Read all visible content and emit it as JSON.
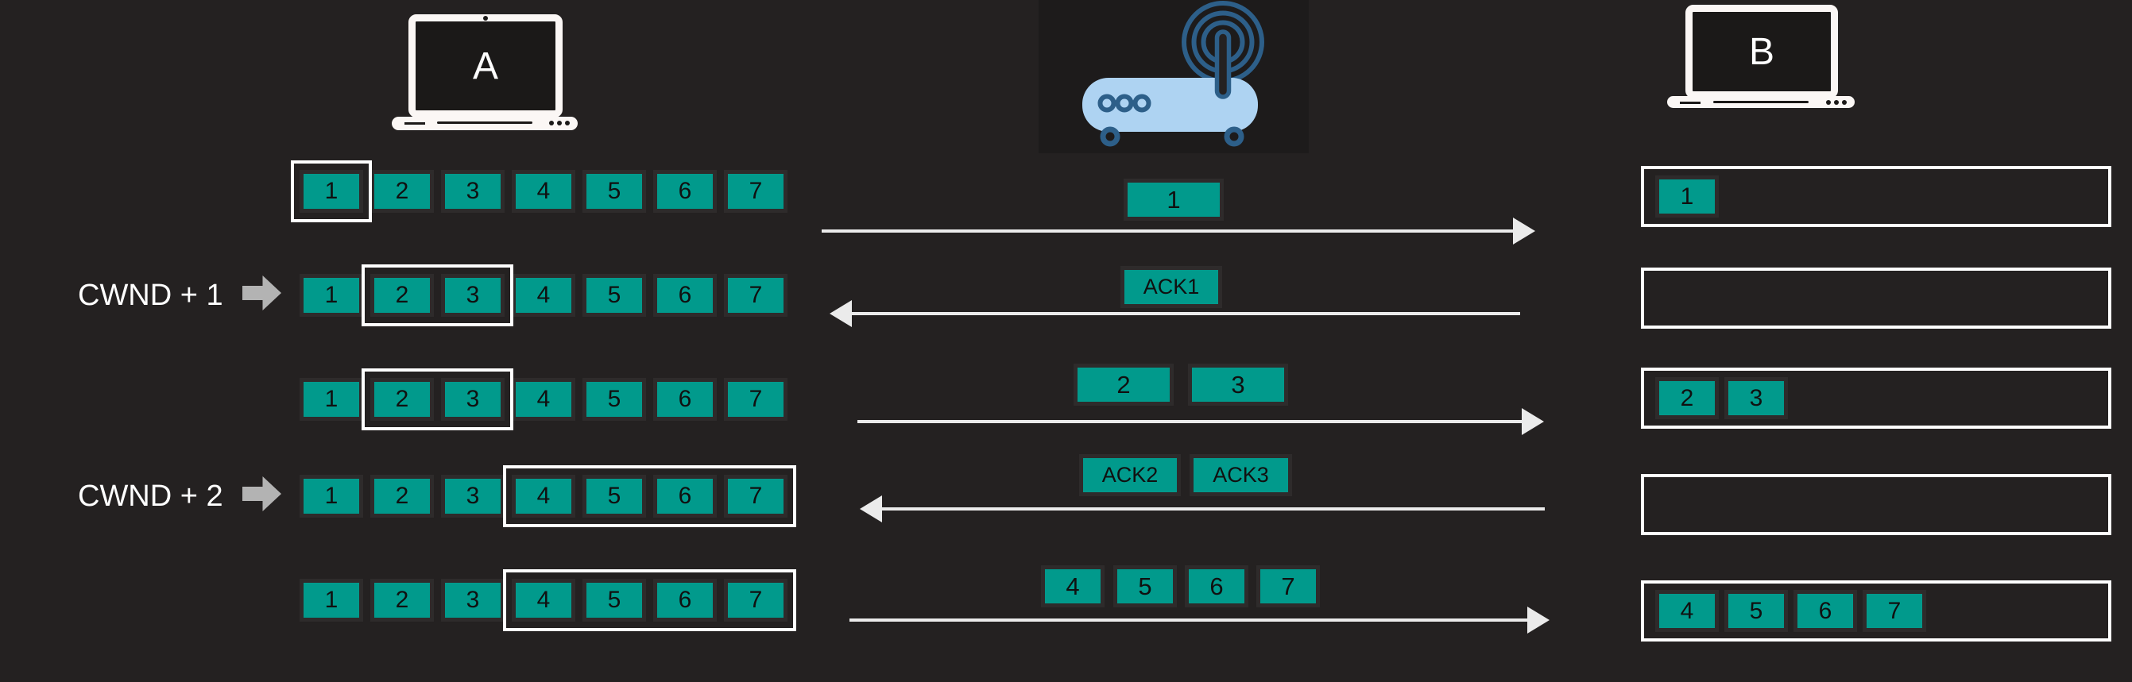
{
  "nodes": {
    "sender_label": "A",
    "receiver_label": "B",
    "router_icon": "wifi-router-icon",
    "sender_icon": "laptop-icon",
    "receiver_icon": "laptop-icon"
  },
  "sender_rows": [
    {
      "packets": [
        "1",
        "2",
        "3",
        "4",
        "5",
        "6",
        "7"
      ],
      "window_start": 1,
      "window_end": 1,
      "cwnd_label": ""
    },
    {
      "packets": [
        "1",
        "2",
        "3",
        "4",
        "5",
        "6",
        "7"
      ],
      "window_start": 2,
      "window_end": 3,
      "cwnd_label": "CWND + 1"
    },
    {
      "packets": [
        "1",
        "2",
        "3",
        "4",
        "5",
        "6",
        "7"
      ],
      "window_start": 2,
      "window_end": 3,
      "cwnd_label": ""
    },
    {
      "packets": [
        "1",
        "2",
        "3",
        "4",
        "5",
        "6",
        "7"
      ],
      "window_start": 4,
      "window_end": 7,
      "cwnd_label": "CWND + 2"
    },
    {
      "packets": [
        "1",
        "2",
        "3",
        "4",
        "5",
        "6",
        "7"
      ],
      "window_start": 4,
      "window_end": 7,
      "cwnd_label": ""
    }
  ],
  "channel_rows": [
    {
      "boxes": [
        "1"
      ],
      "direction": "right"
    },
    {
      "boxes": [
        "ACK1"
      ],
      "direction": "left"
    },
    {
      "boxes": [
        "2",
        "3"
      ],
      "direction": "right"
    },
    {
      "boxes": [
        "ACK2",
        "ACK3"
      ],
      "direction": "left"
    },
    {
      "boxes": [
        "4",
        "5",
        "6",
        "7"
      ],
      "direction": "right"
    }
  ],
  "receiver_rows": [
    {
      "boxes": [
        "1"
      ]
    },
    {
      "boxes": []
    },
    {
      "boxes": [
        "2",
        "3"
      ]
    },
    {
      "boxes": []
    },
    {
      "boxes": [
        "4",
        "5",
        "6",
        "7"
      ]
    }
  ],
  "colors": {
    "background": "#242121",
    "router_backdrop": "#1d1b1b",
    "packet_fill": "#019a8c",
    "packet_border": "#2e2b2b",
    "packet_text": "#101010",
    "window_outline": "#ffffff",
    "cwnd_text": "#ffffff",
    "cwnd_arrow": "#b3b3b3",
    "channel_arrow": "#ebebeb",
    "laptop_body": "#fbf7f5",
    "laptop_screen": "#1b1918",
    "router_body": "#aed3f2",
    "router_accent": "#2d5f89"
  }
}
